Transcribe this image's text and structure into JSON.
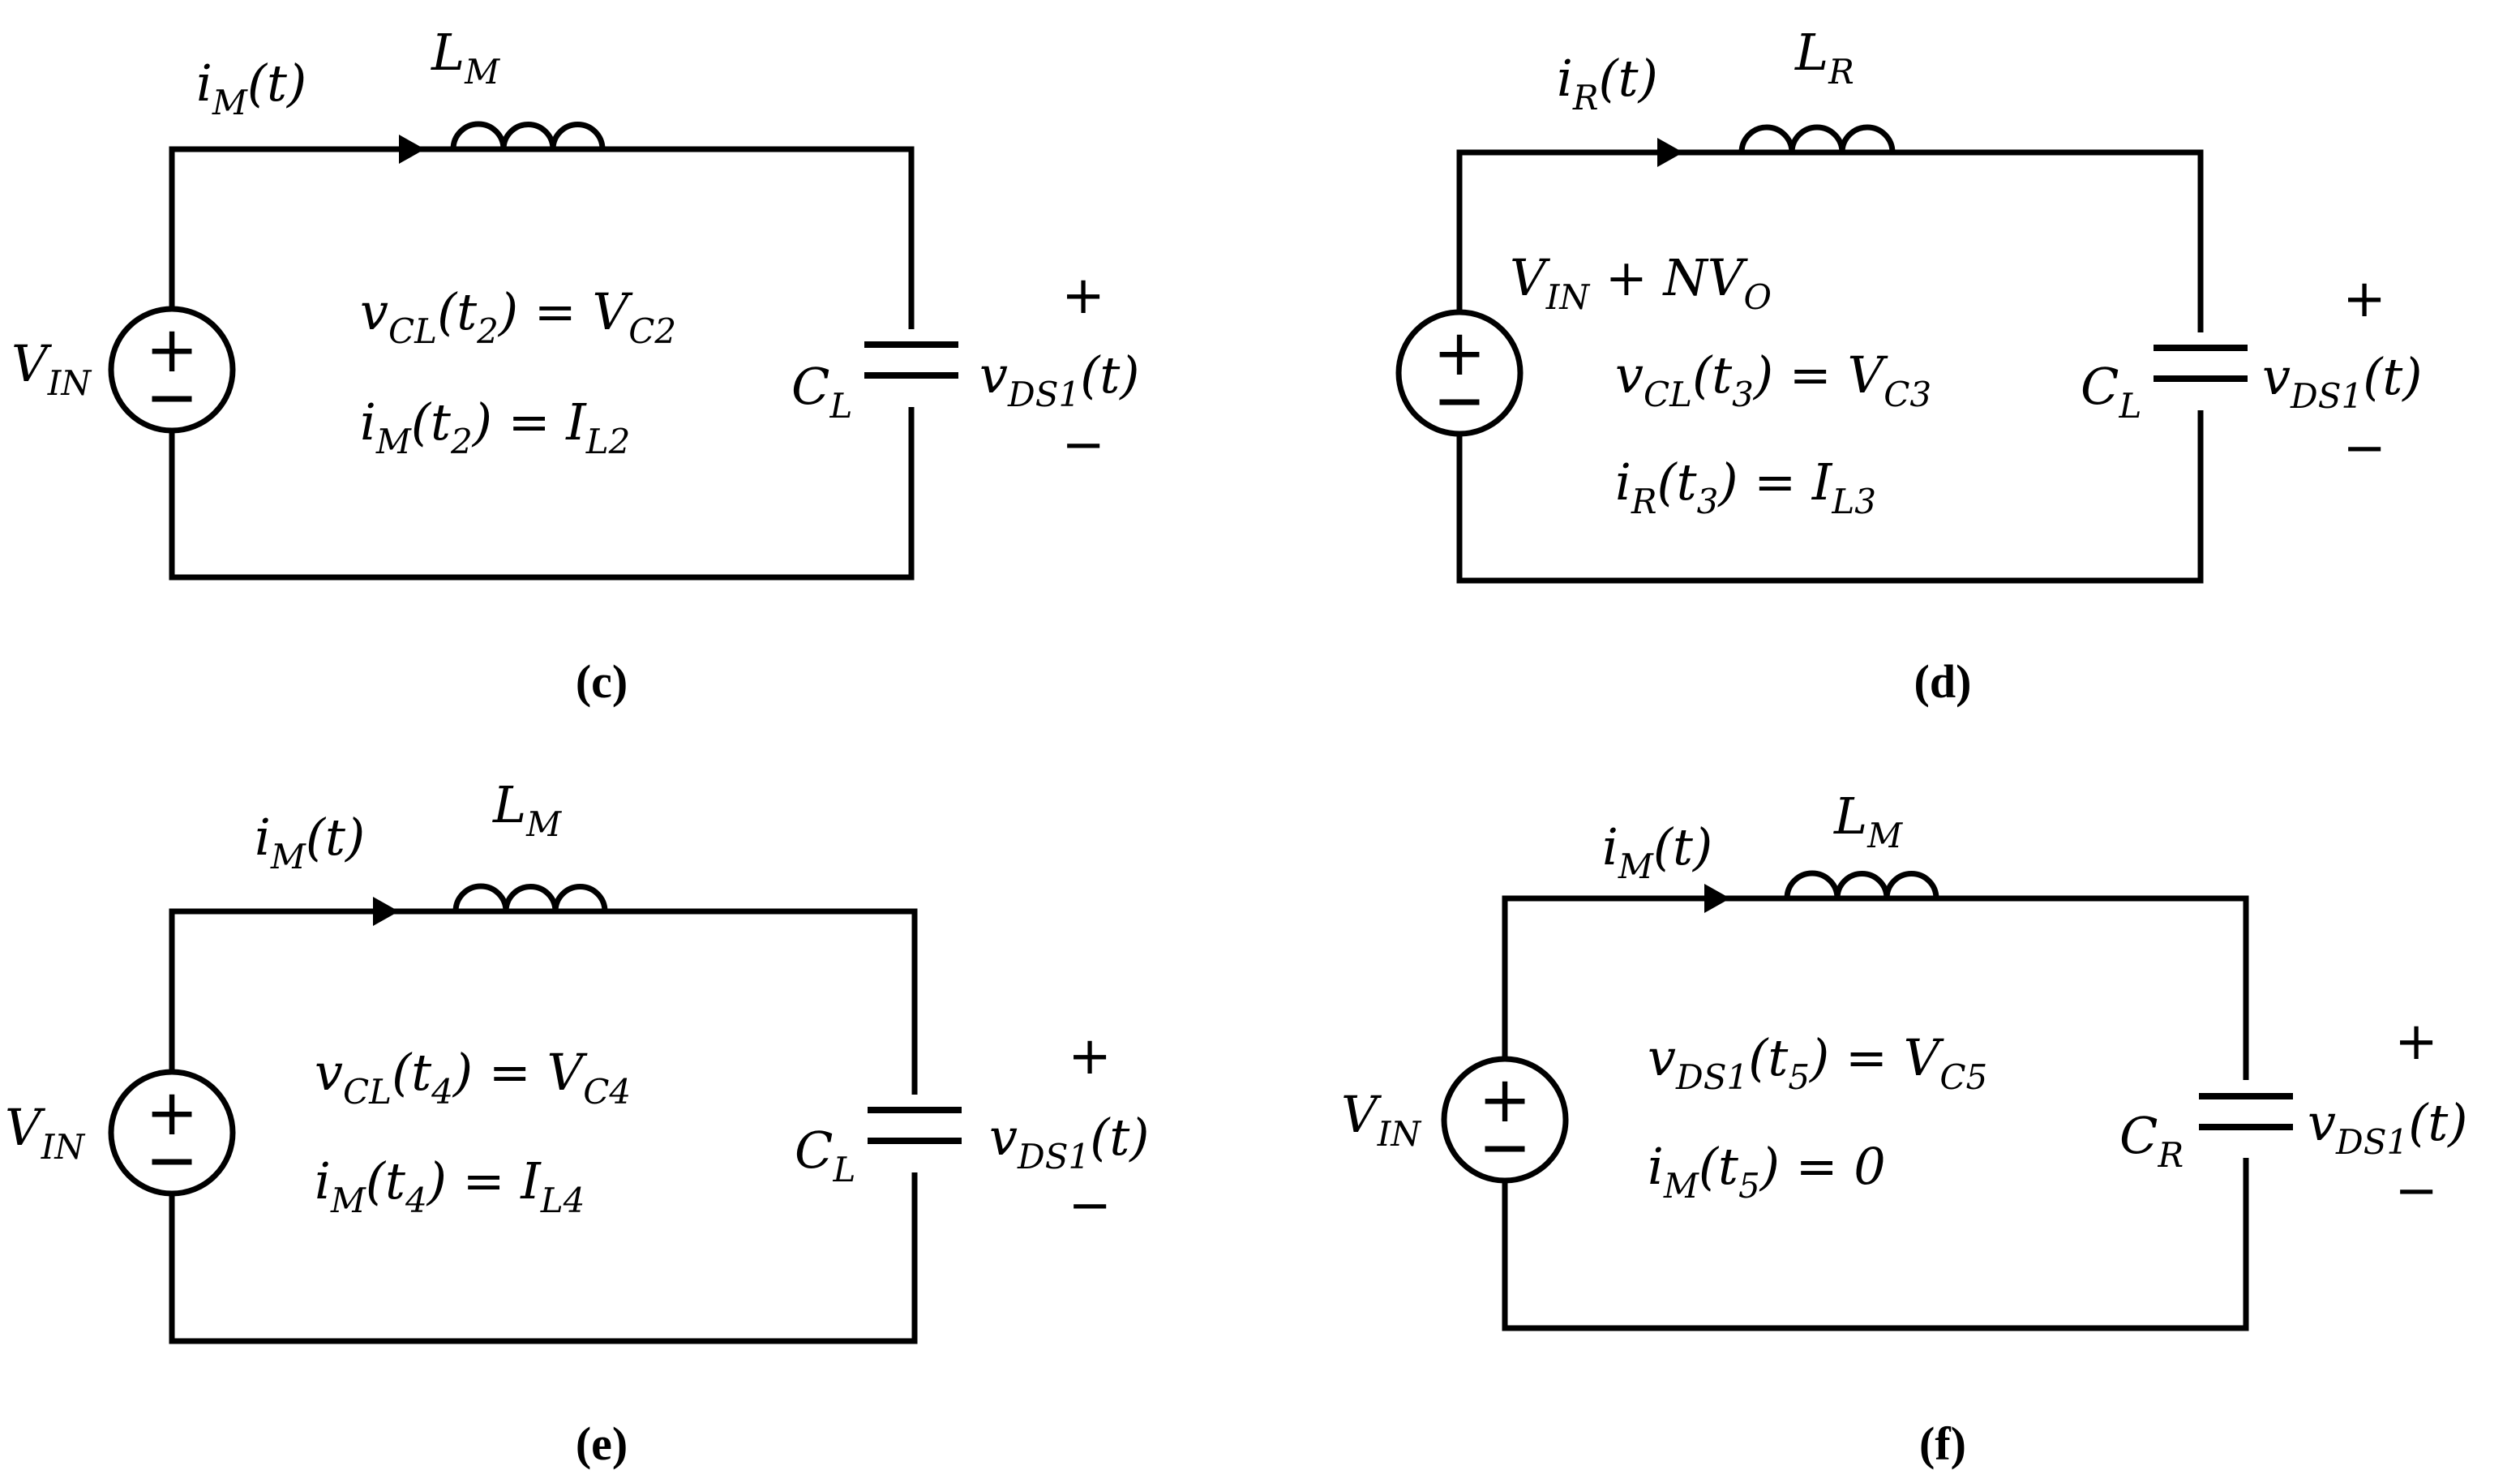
{
  "panels": [
    {
      "id": "c",
      "caption": "(c)",
      "source_label": "V_IN",
      "current_label": "i_M(t)",
      "inductor_label": "L_M",
      "capacitor_label": "C_L",
      "voltage_label": "v_DS1(t)",
      "plus": "+",
      "minus": "−",
      "equations": [
        "v_CL(t_2) = V_C2",
        "i_M(t_2) = I_L2"
      ]
    },
    {
      "id": "d",
      "caption": "(d)",
      "source_label": "V_IN + NV_O",
      "current_label": "i_R(t)",
      "inductor_label": "L_R",
      "capacitor_label": "C_L",
      "voltage_label": "v_DS1(t)",
      "plus": "+",
      "minus": "−",
      "equations": [
        "v_CL(t_3) = V_C3",
        "i_R(t_3) = I_L3"
      ]
    },
    {
      "id": "e",
      "caption": "(e)",
      "source_label": "V_IN",
      "current_label": "i_M(t)",
      "inductor_label": "L_M",
      "capacitor_label": "C_L",
      "voltage_label": "v_DS1(t)",
      "plus": "+",
      "minus": "−",
      "equations": [
        "v_CL(t_4) = V_C4",
        "i_M(t_4) = I_L4"
      ]
    },
    {
      "id": "f",
      "caption": "(f)",
      "source_label": "V_IN",
      "current_label": "i_M(t)",
      "inductor_label": "L_M",
      "capacitor_label": "C_R",
      "voltage_label": "v_DS1(t)",
      "plus": "+",
      "minus": "−",
      "equations": [
        "v_DS1(t_5) = V_C5",
        "i_M(t_5) = 0"
      ]
    }
  ]
}
